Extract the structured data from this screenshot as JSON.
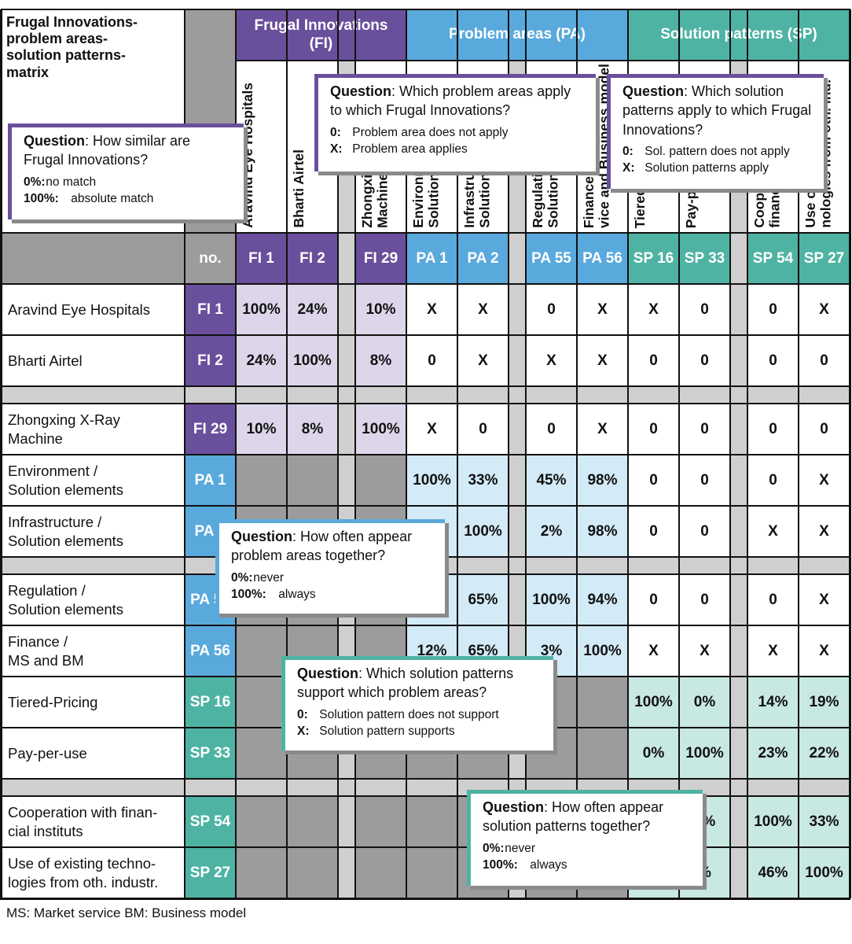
{
  "title": "Frugal Innovations-\nproblem areas-\nsolution patterns-\nmatrix",
  "no_label": "no.",
  "footnote": "MS: Market service   BM: Business model",
  "colors": {
    "fi_dark": "#6a4f9c",
    "fi_light": "#ddd6ea",
    "pa_dark": "#5aa9dc",
    "pa_light": "#d3eaf7",
    "sp_dark": "#4fb3a3",
    "sp_light": "#c8e8e2",
    "gray": "#9c9c9c",
    "gray_light": "#cfcfcf",
    "white": "#ffffff"
  },
  "groups": [
    {
      "id": "fi",
      "label": "Frugal Innovations\n(FI)"
    },
    {
      "id": "pa",
      "label": "Problem areas (PA)"
    },
    {
      "id": "sp",
      "label": "Solution patterns (SP)"
    }
  ],
  "columns": [
    {
      "id": "FI 1",
      "name": "Aravind Eye Hospitals",
      "type": "fi"
    },
    {
      "id": "FI 2",
      "name": "Bharti Airtel",
      "type": "fi"
    },
    {
      "id": "",
      "name": "",
      "type": "gap"
    },
    {
      "id": "FI 29",
      "name": "Zhongxing X-Ray\nMachine",
      "type": "fi"
    },
    {
      "id": "PA 1",
      "name": "Environment /\nSolution elements",
      "type": "pa"
    },
    {
      "id": "PA 2",
      "name": "Infrastructure /\nSolution elements",
      "type": "pa"
    },
    {
      "id": "",
      "name": "",
      "type": "gap"
    },
    {
      "id": "PA 55",
      "name": "Regulation /\nSolution elements",
      "type": "pa"
    },
    {
      "id": "PA 56",
      "name": "Finance / Market ser-\nvice and Business model",
      "type": "pa"
    },
    {
      "id": "SP 16",
      "name": "Tiered-Pricing",
      "type": "sp"
    },
    {
      "id": "SP 33",
      "name": "Pay-per-use",
      "type": "sp"
    },
    {
      "id": "",
      "name": "",
      "type": "gap"
    },
    {
      "id": "SP 54",
      "name": "Cooperation with\nfinancial institutes",
      "type": "sp"
    },
    {
      "id": "SP 27",
      "name": "Use of existing tech-\nnologies from oth. ind.",
      "type": "sp"
    }
  ],
  "rows": [
    {
      "label": "Aravind Eye Hospitals",
      "id": "FI 1",
      "type": "fi",
      "cells": [
        "100%",
        "24%",
        "",
        "10%",
        "X",
        "X",
        "",
        "0",
        "X",
        "X",
        "0",
        "",
        "0",
        "X"
      ]
    },
    {
      "label": "Bharti Airtel",
      "id": "FI 2",
      "type": "fi",
      "cells": [
        "24%",
        "100%",
        "",
        "8%",
        "0",
        "X",
        "",
        "X",
        "X",
        "0",
        "0",
        "",
        "0",
        "0"
      ]
    },
    {
      "label": "",
      "id": "",
      "type": "gap",
      "cells": []
    },
    {
      "label": "Zhongxing X-Ray\nMachine",
      "id": "FI 29",
      "type": "fi",
      "cells": [
        "10%",
        "8%",
        "",
        "100%",
        "X",
        "0",
        "",
        "0",
        "X",
        "0",
        "0",
        "",
        "0",
        "0"
      ]
    },
    {
      "label": "Environment /\nSolution elements",
      "id": "PA 1",
      "type": "pa",
      "cells": [
        "",
        "",
        "",
        "",
        "100%",
        "33%",
        "",
        "45%",
        "98%",
        "0",
        "0",
        "",
        "0",
        "X"
      ]
    },
    {
      "label": "Infrastructure /\nSolution elements",
      "id": "PA 2",
      "type": "pa",
      "cells": [
        "",
        "",
        "",
        "",
        "",
        "100%",
        "",
        "2%",
        "98%",
        "0",
        "0",
        "",
        "X",
        "X"
      ]
    },
    {
      "label": "",
      "id": "",
      "type": "gap",
      "cells": []
    },
    {
      "label": "Regulation /\nSolution elements",
      "id": "PA 55",
      "type": "pa",
      "cells": [
        "",
        "",
        "",
        "",
        "",
        "65%",
        "",
        "100%",
        "94%",
        "0",
        "0",
        "",
        "0",
        "X"
      ]
    },
    {
      "label": "Finance /\nMS and BM",
      "id": "PA 56",
      "type": "pa",
      "cells": [
        "",
        "",
        "",
        "",
        "12%",
        "65%",
        "",
        "3%",
        "100%",
        "X",
        "X",
        "",
        "X",
        "X"
      ]
    },
    {
      "label": "Tiered-Pricing",
      "id": "SP 16",
      "type": "sp",
      "cells": [
        "",
        "",
        "",
        "",
        "",
        "",
        "",
        "",
        "",
        "100%",
        "0%",
        "",
        "14%",
        "19%"
      ]
    },
    {
      "label": "Pay-per-use",
      "id": "SP 33",
      "type": "sp",
      "cells": [
        "",
        "",
        "",
        "",
        "",
        "",
        "",
        "",
        "",
        "0%",
        "100%",
        "",
        "23%",
        "22%"
      ]
    },
    {
      "label": "",
      "id": "",
      "type": "gap",
      "cells": []
    },
    {
      "label": "Cooperation with finan-\ncial instituts",
      "id": "SP 54",
      "type": "sp",
      "cells": [
        "",
        "",
        "",
        "",
        "",
        "",
        "",
        "",
        "",
        "",
        "0%",
        "",
        "100%",
        "33%"
      ]
    },
    {
      "label": "Use of existing techno-\nlogies from oth. industr.",
      "id": "SP 27",
      "type": "sp",
      "cells": [
        "",
        "",
        "",
        "",
        "",
        "",
        "",
        "",
        "",
        "",
        "%",
        "",
        "46%",
        "100%"
      ]
    }
  ],
  "callouts": [
    {
      "id": "fi-fi",
      "color": "fi",
      "q_bold": "Question",
      "q_rest": ": How similar are Frugal Innovations?",
      "legend": [
        {
          "k": "0%:",
          "v": "no match"
        },
        {
          "k": "100%:",
          "v": "absolute match"
        }
      ]
    },
    {
      "id": "fi-pa",
      "color": "fi",
      "q_bold": "Question",
      "q_rest": ": Which problem areas apply to which Frugal Innovations?",
      "legend": [
        {
          "k": "0:",
          "v": "Problem area does not apply"
        },
        {
          "k": "X:",
          "v": "Problem area applies"
        }
      ]
    },
    {
      "id": "fi-sp",
      "color": "fi",
      "q_bold": "Question",
      "q_rest": ": Which solution patterns apply to which Frugal Innovations?",
      "legend": [
        {
          "k": "0:",
          "v": "Sol. pattern does not apply"
        },
        {
          "k": "X:",
          "v": "Solution patterns apply"
        }
      ]
    },
    {
      "id": "pa-pa",
      "color": "pa",
      "q_bold": "Question",
      "q_rest": ": How often appear problem areas together?",
      "legend": [
        {
          "k": "0%:",
          "v": "never"
        },
        {
          "k": "100%:",
          "v": "always"
        }
      ]
    },
    {
      "id": "pa-sp",
      "color": "sp",
      "q_bold": "Question",
      "q_rest": ": Which solution patterns support which problem areas?",
      "legend": [
        {
          "k": "0:",
          "v": "Solution pattern does not support"
        },
        {
          "k": "X:",
          "v": "Solution pattern supports"
        }
      ]
    },
    {
      "id": "sp-sp",
      "color": "sp",
      "q_bold": "Question",
      "q_rest": ": How often appear solution patterns together?",
      "legend": [
        {
          "k": "0%:",
          "v": "never"
        },
        {
          "k": "100%:",
          "v": "always"
        }
      ]
    }
  ]
}
